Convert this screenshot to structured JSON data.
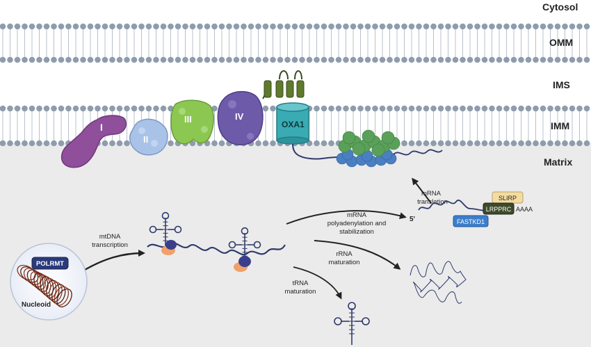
{
  "compartments": {
    "cytosol": "Cytosol",
    "omm": "OMM",
    "ims": "IMS",
    "imm": "IMM",
    "matrix": "Matrix"
  },
  "complexes": {
    "complex_1": "I",
    "complex_2": "II",
    "complex_3": "III",
    "complex_4": "IV",
    "oxa1": "OXA1"
  },
  "nucleoid": {
    "label": "Nucleoid",
    "polymerase": "POLRMT"
  },
  "processes": {
    "transcription": [
      "mtDNA",
      "transcription"
    ],
    "translation": [
      "mRNA",
      "translation"
    ],
    "polyadenylation": [
      "mRNA",
      "polyadenylation and",
      "stabilization"
    ],
    "rrna": [
      "rRNA",
      "maturation"
    ],
    "trna": [
      "tRNA",
      "maturation"
    ]
  },
  "mrna_factors": {
    "five_prime": "5'",
    "slirp": "SLIRP",
    "lrpprc": "LRPPRC",
    "polya": "AAAA",
    "fastkd1": "FASTKD1"
  },
  "colors": {
    "membrane_head": "#8e9cad",
    "matrix_bg": "#ebebeb",
    "complex_1": "#8f4f9a",
    "complex_2": "#a9c2e8",
    "complex_3": "#8cc751",
    "complex_4": "#6d5aa8",
    "oxa1": "#3aaab3",
    "helix": "#5f7a2b",
    "ribosome_small": "#4a7fc1",
    "ribosome_large": "#5aa05a",
    "rna": "#2e3a6b",
    "fastkd1": "#3d7ecb",
    "lrpprc": "#3d4a2a",
    "slirp": "#f4dcA0"
  }
}
